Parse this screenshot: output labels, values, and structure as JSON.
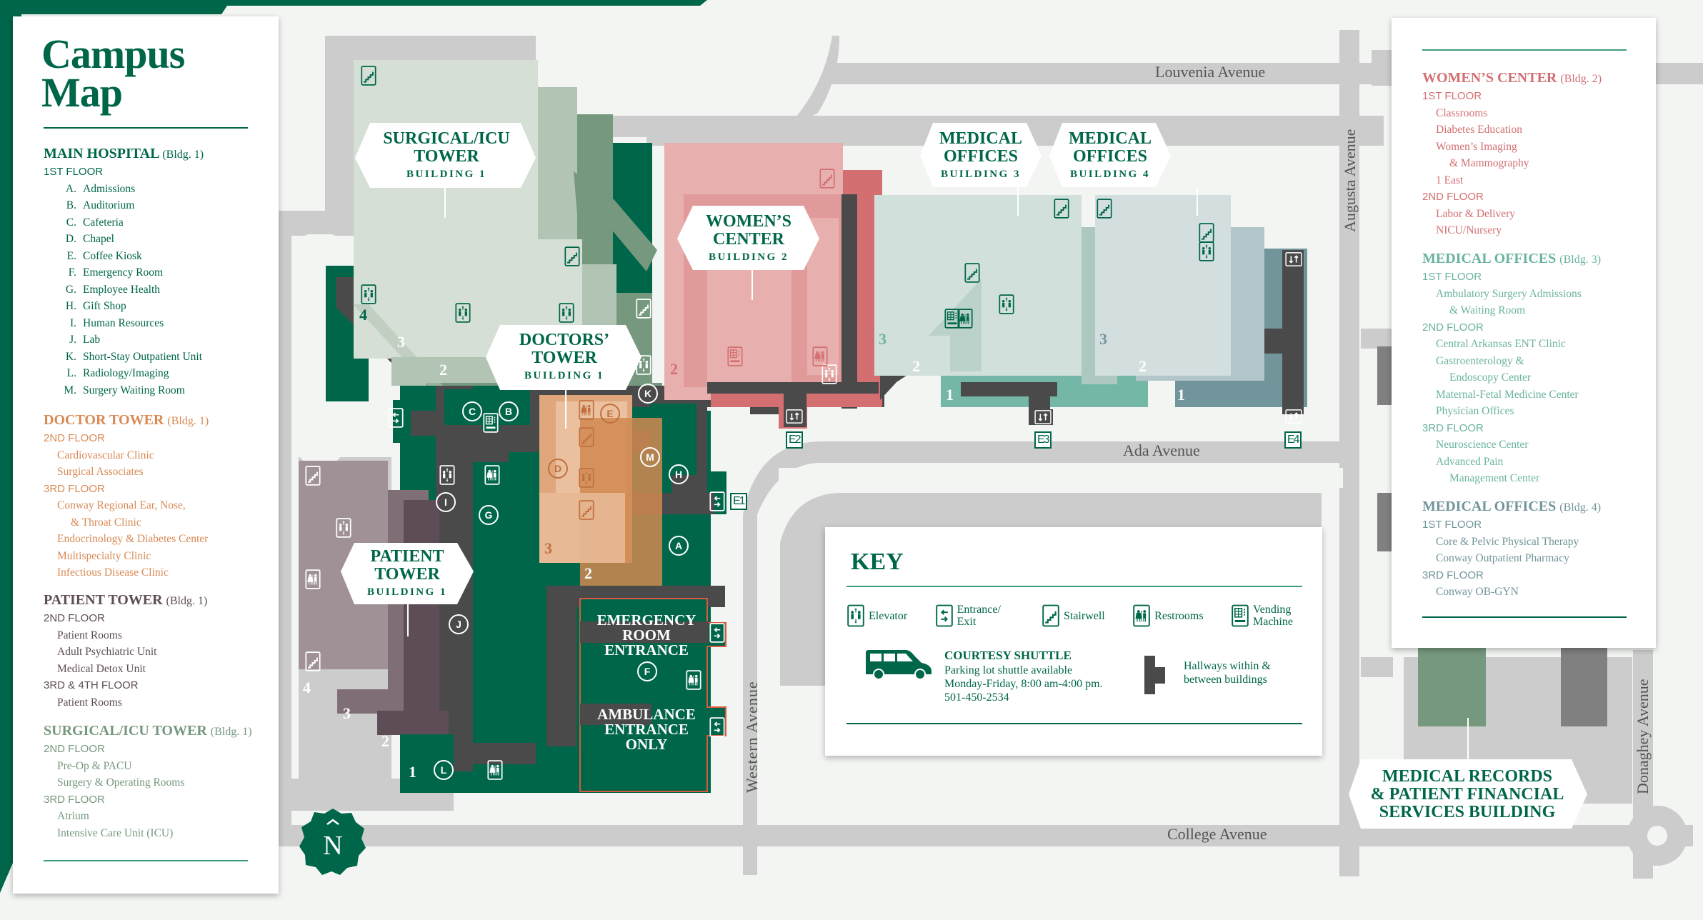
{
  "title_line1": "Campus",
  "title_line2": "Map",
  "colors": {
    "brand_green": "#00664a",
    "doctor_orange": "#d98a54",
    "patient_mauve": "#5e4d56",
    "surgical_sage": "#76987e",
    "womens_pink": "#d46f71",
    "med3_teal": "#6ab3a0",
    "med4_slate": "#71959a",
    "hallway": "#4a4a4a",
    "road": "#cccccc"
  },
  "legend_left": {
    "main_hospital": {
      "name": "MAIN HOSPITAL",
      "bldg": "(Bldg. 1)",
      "floor": "1ST FLOOR",
      "items": [
        {
          "letter": "A.",
          "label": "Admissions"
        },
        {
          "letter": "B.",
          "label": "Auditorium"
        },
        {
          "letter": "C.",
          "label": "Cafeteria"
        },
        {
          "letter": "D.",
          "label": "Chapel"
        },
        {
          "letter": "E.",
          "label": "Coffee Kiosk"
        },
        {
          "letter": "F.",
          "label": "Emergency Room"
        },
        {
          "letter": "G.",
          "label": "Employee Health"
        },
        {
          "letter": "H.",
          "label": "Gift Shop"
        },
        {
          "letter": "I.",
          "label": "Human Resources"
        },
        {
          "letter": "J.",
          "label": "Lab"
        },
        {
          "letter": "K.",
          "label": "Short-Stay Outpatient Unit"
        },
        {
          "letter": "L.",
          "label": "Radiology/Imaging"
        },
        {
          "letter": "M.",
          "label": "Surgery Waiting Room"
        }
      ]
    },
    "doctor_tower": {
      "name": "DOCTOR TOWER",
      "bldg": "(Bldg. 1)",
      "floor2": "2ND FLOOR",
      "floor2_items": [
        "Cardiovascular Clinic",
        "Surgical Associates"
      ],
      "floor3": "3RD FLOOR",
      "floor3_items": [
        "Conway Regional Ear, Nose,",
        "& Throat Clinic",
        "Endocrinology & Diabetes Center",
        "Multispecialty Clinic",
        "Infectious Disease Clinic"
      ]
    },
    "patient_tower": {
      "name": "PATIENT TOWER",
      "bldg": "(Bldg. 1)",
      "floor2": "2ND FLOOR",
      "floor2_items": [
        "Patient Rooms",
        "Adult Psychiatric Unit",
        "Medical Detox Unit"
      ],
      "floor34": "3RD & 4TH FLOOR",
      "floor34_items": [
        "Patient Rooms"
      ]
    },
    "surgical_tower": {
      "name": "SURGICAL/ICU TOWER",
      "bldg": "(Bldg. 1)",
      "floor2": "2ND FLOOR",
      "floor2_items": [
        "Pre-Op & PACU",
        "Surgery & Operating Rooms"
      ],
      "floor3": "3RD FLOOR",
      "floor3_items": [
        "Atrium",
        "Intensive Care Unit (ICU)"
      ]
    }
  },
  "legend_right": {
    "womens_center": {
      "name": "WOMEN’S CENTER",
      "bldg": "(Bldg. 2)",
      "floor1": "1ST FLOOR",
      "floor1_items": [
        "Classrooms",
        "Diabetes Education",
        "Women’s Imaging",
        "& Mammography",
        "1 East"
      ],
      "floor2": "2ND FLOOR",
      "floor2_items": [
        "Labor & Delivery",
        "NICU/Nursery"
      ]
    },
    "med_offices_3": {
      "name": "MEDICAL OFFICES",
      "bldg": "(Bldg. 3)",
      "floor1": "1ST FLOOR",
      "floor1_items": [
        "Ambulatory Surgery Admissions",
        "& Waiting Room"
      ],
      "floor2": "2ND FLOOR",
      "floor2_items": [
        "Central Arkansas ENT Clinic",
        "Gastroenterology &",
        "Endoscopy Center",
        "Maternal-Fetal Medicine Center",
        "Physician Offices"
      ],
      "floor3": "3RD FLOOR",
      "floor3_items": [
        "Neuroscience Center",
        "Advanced Pain",
        "Management Center"
      ]
    },
    "med_offices_4": {
      "name": "MEDICAL OFFICES",
      "bldg": "(Bldg. 4)",
      "floor1": "1ST FLOOR",
      "floor1_items": [
        "Core & Pelvic Physical Therapy",
        "Conway Outpatient Pharmacy"
      ],
      "floor3": "3RD FLOOR",
      "floor3_items": [
        "Conway OB-GYN"
      ]
    }
  },
  "key": {
    "title": "KEY",
    "icons": [
      {
        "icon": "elevator-icon",
        "label": "Elevator"
      },
      {
        "icon": "entrance-exit-icon",
        "label": "Entrance/ Exit"
      },
      {
        "icon": "stairwell-icon",
        "label": "Stairwell"
      },
      {
        "icon": "restroom-icon",
        "label": "Restrooms"
      },
      {
        "icon": "vending-machine-icon",
        "label": "Vending Machine"
      }
    ],
    "shuttle_title": "COURTESY SHUTTLE",
    "shuttle_line1": "Parking lot shuttle available",
    "shuttle_line2": "Monday-Friday, 8:00 am-4:00 pm.",
    "shuttle_phone": "501-450-2534",
    "hallway_line1": "Hallways within &",
    "hallway_line2": "between buildings"
  },
  "building_tags": {
    "surgical": {
      "line1": "SURGICAL/ICU",
      "line2": "TOWER",
      "bldg": "BUILDING 1"
    },
    "doctors": {
      "line1": "DOCTORS’",
      "line2": "TOWER",
      "bldg": "BUILDING 1"
    },
    "womens": {
      "line1": "WOMEN’S",
      "line2": "CENTER",
      "bldg": "BUILDING 2"
    },
    "med3": {
      "line1": "MEDICAL",
      "line2": "OFFICES",
      "bldg": "BUILDING 3"
    },
    "med4": {
      "line1": "MEDICAL",
      "line2": "OFFICES",
      "bldg": "BUILDING 4"
    },
    "patient": {
      "line1": "PATIENT",
      "line2": "TOWER",
      "bldg": "BUILDING 1"
    },
    "records": {
      "line1": "MEDICAL RECORDS",
      "line2": "& PATIENT FINANCIAL",
      "line3": "SERVICES BUILDING"
    }
  },
  "emergency": {
    "er_line1": "EMERGENCY",
    "er_line2": "ROOM",
    "er_line3": "ENTRANCE",
    "amb_line1": "AMBULANCE",
    "amb_line2": "ENTRANCE",
    "amb_line3": "ONLY"
  },
  "roads": {
    "louvenia": "Louvenia Avenue",
    "ada": "Ada Avenue",
    "college": "College Avenue",
    "augusta": "Augusta Avenue",
    "western": "Western Avenue",
    "donaghey": "Donaghey Avenue"
  },
  "exits": [
    "E1",
    "E2",
    "E3",
    "E4"
  ],
  "floor_numbers": {
    "surgical": [
      "4",
      "3",
      "2"
    ],
    "doctors": [
      "3",
      "2"
    ],
    "patient": [
      "4",
      "3",
      "2",
      "1"
    ],
    "womens": [
      "2"
    ],
    "med3": [
      "3",
      "2",
      "1"
    ],
    "med4": [
      "3",
      "2",
      "1"
    ]
  },
  "location_markers": [
    "A",
    "B",
    "C",
    "D",
    "E",
    "F",
    "G",
    "H",
    "I",
    "J",
    "K",
    "L",
    "M"
  ],
  "north_label": "N"
}
